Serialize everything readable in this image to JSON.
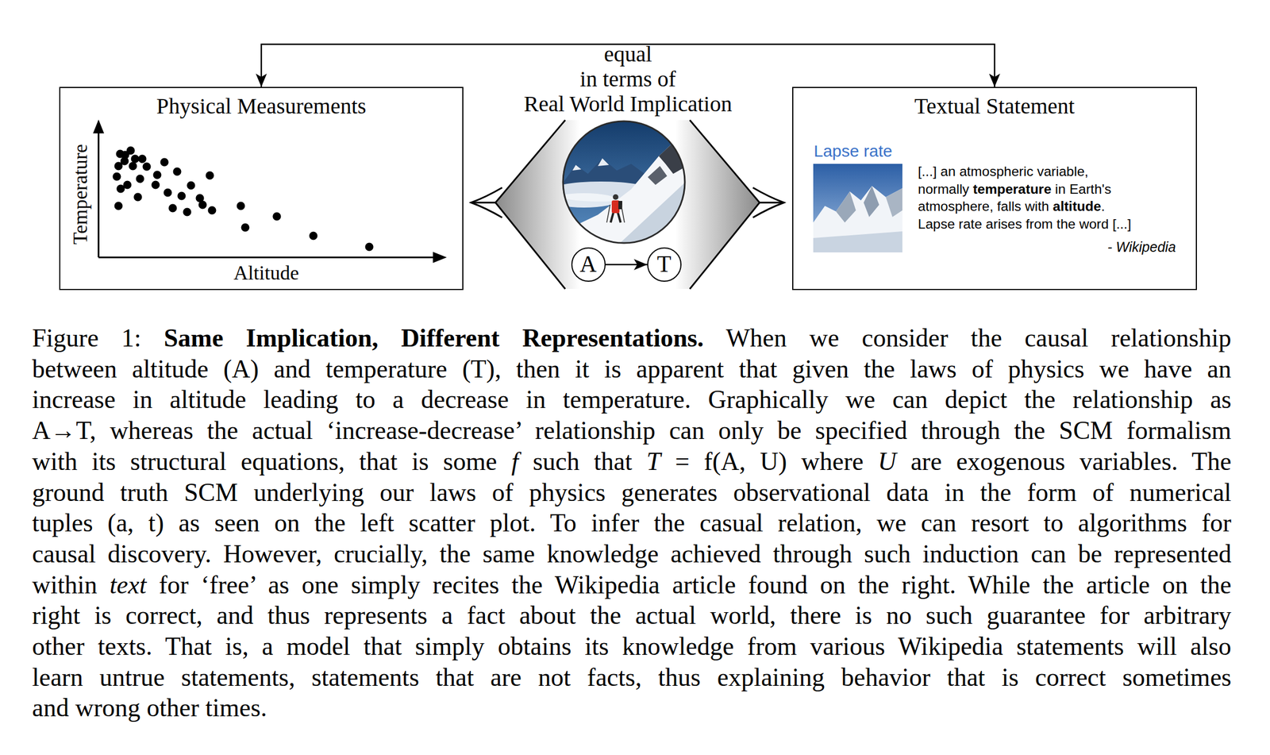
{
  "diagram": {
    "caption": "Figure 1: Same Implication, Different Representations. When we consider the causal relationship between altitude (A) and temperature (T), then it is apparent that given the laws of physics we have an increase in altitude leading to a decrease in temperature. Graphically we can depict the relationship as A→T, whereas the actual ‘increase-decrease’ relationship can only be specified through the SCM formalism with its structural equations, that is some f such that T = f(A, U) where U are exogenous variables. The ground truth SCM underlying our laws of physics generates observational data in the form of numerical tuples (a, t) as seen on the left scatter plot. To infer the casual relation, we can resort to algorithms for causal discovery. However, crucially, the same knowledge achieved through such induction can be represented within text for ‘free’ as one simply recites the Wikipedia article found on the right. While the article on the right is correct, and thus represents a fact about the actual world, there is no such guarantee for arbitrary other texts. That is, a model that simply obtains its knowledge from various Wikipedia statements will also learn untrue statements, statements that are not facts, thus explaining behavior that is correct sometimes and wrong other times.",
    "nodes": [
      {
        "text": [
          "Physical Measurements"
        ]
      },
      {
        "text": [
          "A"
        ]
      },
      {
        "text": [
          "T"
        ]
      },
      {
        "text": [
          "Textual Statement",
          "Lapse rate",
          "[...] an atmospheric variable, normally temperature in Earth's atmosphere, falls with altitude. Lapse rate arises from the word [...]",
          "- Wikipedia"
        ]
      }
    ],
    "edges": [
      {
        "from": 0,
        "to": 3,
        "arrow": "both",
        "label": "equal in terms of Real World Implication"
      },
      {
        "from": 1,
        "to": 2,
        "arrow": "to"
      }
    ],
    "labels": [
      "Temperature",
      "Altitude"
    ]
  }
}
